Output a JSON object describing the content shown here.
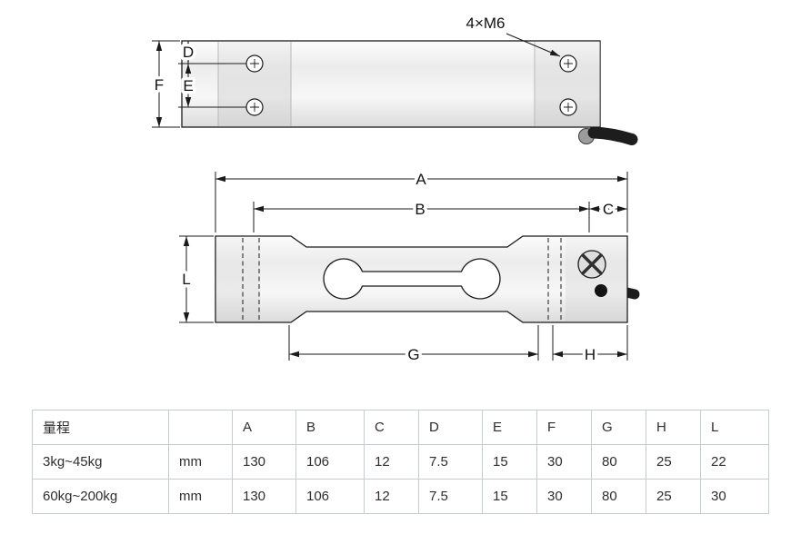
{
  "drawing": {
    "thread_label": "4×M6",
    "labels": {
      "A": "A",
      "B": "B",
      "C": "C",
      "D": "D",
      "E": "E",
      "F": "F",
      "G": "G",
      "H": "H",
      "L": "L"
    }
  },
  "table": {
    "headers": [
      "量程",
      "",
      "A",
      "B",
      "C",
      "D",
      "E",
      "F",
      "G",
      "H",
      "L"
    ],
    "rows": [
      [
        "3kg~45kg",
        "mm",
        "130",
        "106",
        "12",
        "7.5",
        "15",
        "30",
        "80",
        "25",
        "22"
      ],
      [
        "60kg~200kg",
        "mm",
        "130",
        "106",
        "12",
        "7.5",
        "15",
        "30",
        "80",
        "25",
        "30"
      ]
    ]
  },
  "colors": {
    "line": "#1a1a1a",
    "table_border": "#c5cdd3",
    "metal_light": "#f2f2f2"
  }
}
